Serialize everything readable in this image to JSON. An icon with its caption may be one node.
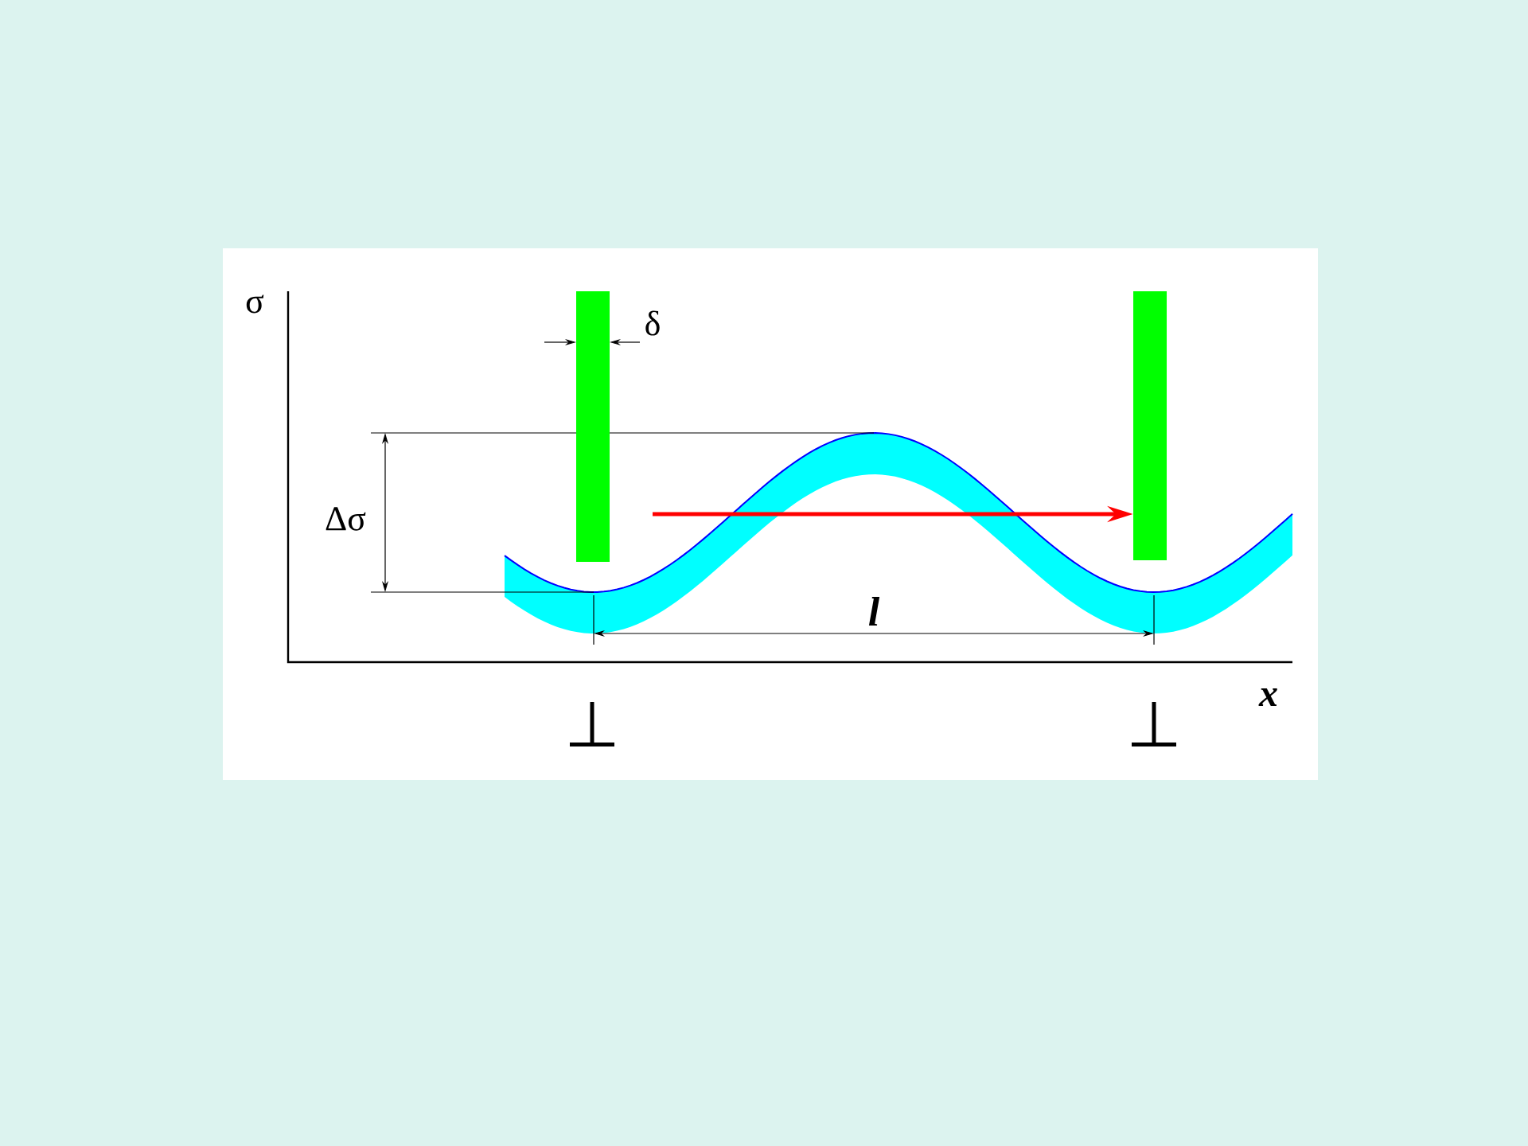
{
  "diagram": {
    "nodes": [
      {
        "text": [],
        "shape": "bar"
      },
      {
        "text": [],
        "shape": "bar"
      }
    ],
    "edges": [
      {
        "from": null,
        "to": 1,
        "arrow": "to",
        "color": "#ff0000"
      }
    ],
    "labels": [
      "σ",
      "δ",
      "Δσ",
      "l",
      "x",
      "⊥",
      "⊥"
    ]
  }
}
